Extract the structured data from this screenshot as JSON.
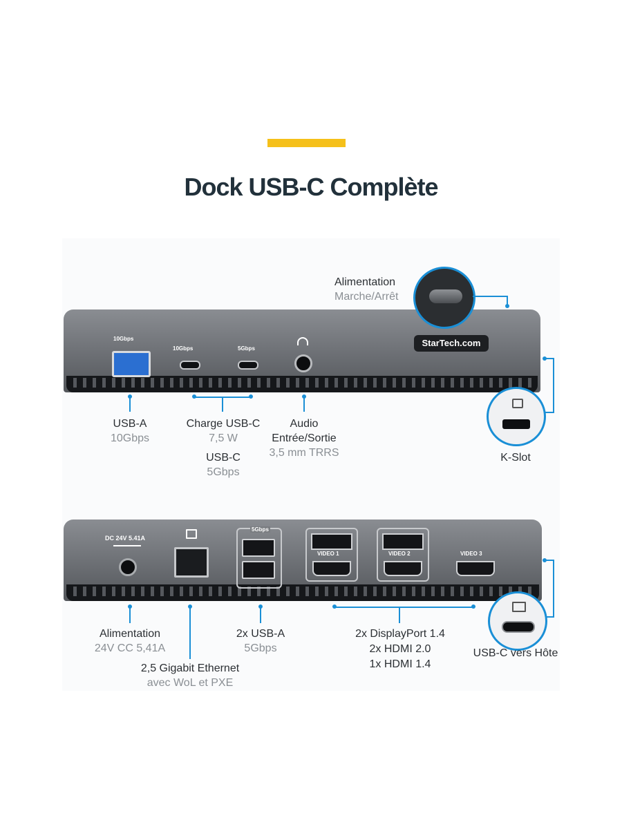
{
  "title": "Dock USB-C Complète",
  "colors": {
    "accent": "#f5c01a",
    "callout": "#1a8fd6",
    "title": "#22313b"
  },
  "front_panel": {
    "brand": "StarTech.com",
    "port_labels": {
      "usba": "10Gbps",
      "usbc_charge": "10Gbps",
      "usbc": "5Gbps"
    },
    "callouts": {
      "power_button": {
        "title": "Alimentation",
        "sub": "Marche/Arrêt"
      },
      "usba": {
        "title": "USB-A",
        "sub": "10Gbps"
      },
      "charge": {
        "title": "Charge USB-C",
        "sub": "7,5 W",
        "title2": "USB-C",
        "sub2": "5Gbps"
      },
      "audio": {
        "title": "Audio",
        "title2": "Entrée/Sortie",
        "sub": "3,5 mm TRRS"
      },
      "kslot": {
        "title": "K-Slot"
      }
    }
  },
  "rear_panel": {
    "port_labels": {
      "dc": "DC 24V 5.41A",
      "usba": "5Gbps",
      "video1": "VIDEO 1",
      "video2": "VIDEO 2",
      "video3": "VIDEO 3"
    },
    "callouts": {
      "power": {
        "title": "Alimentation",
        "sub": "24V CC 5,41A"
      },
      "ethernet": {
        "title": "2,5 Gigabit Ethernet",
        "sub": "avec WoL et PXE"
      },
      "usba": {
        "title": "2x USB-A",
        "sub": "5Gbps"
      },
      "video": {
        "line1": "2x DisplayPort 1.4",
        "line2": "2x HDMI 2.0",
        "line3": "1x HDMI 1.4"
      },
      "host": {
        "title": "USB-C vers Hôte"
      }
    }
  }
}
